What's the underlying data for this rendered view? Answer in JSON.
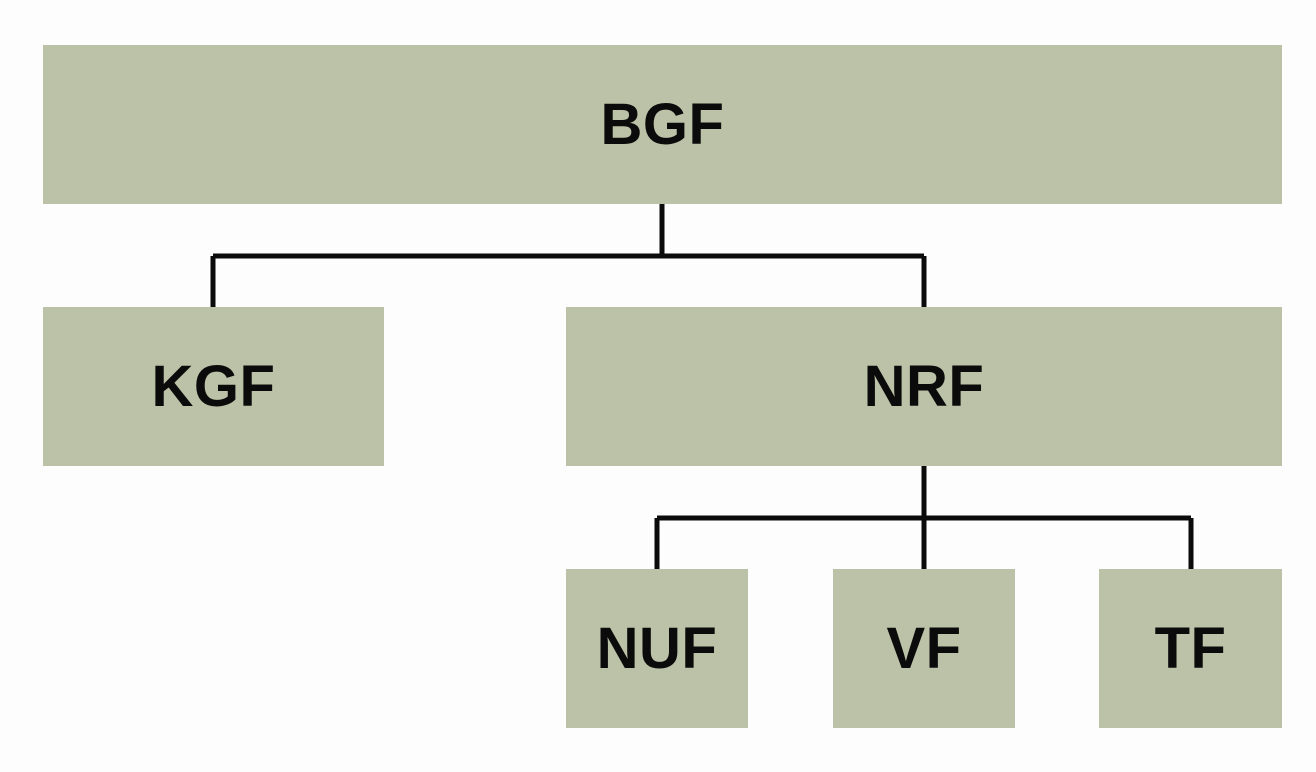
{
  "colors": {
    "node_fill": "#bcc2a7",
    "connector": "#0b0b0b",
    "text": "#0b0b0b",
    "background": "#fdfdfd"
  },
  "nodes": {
    "bgf": "BGF",
    "kgf": "KGF",
    "nrf": "NRF",
    "nuf": "NUF",
    "vf": "VF",
    "tf": "TF"
  },
  "edges": [
    {
      "from": "BGF",
      "to": "KGF"
    },
    {
      "from": "BGF",
      "to": "NRF"
    },
    {
      "from": "NRF",
      "to": "NUF"
    },
    {
      "from": "NRF",
      "to": "VF"
    },
    {
      "from": "NRF",
      "to": "TF"
    }
  ]
}
